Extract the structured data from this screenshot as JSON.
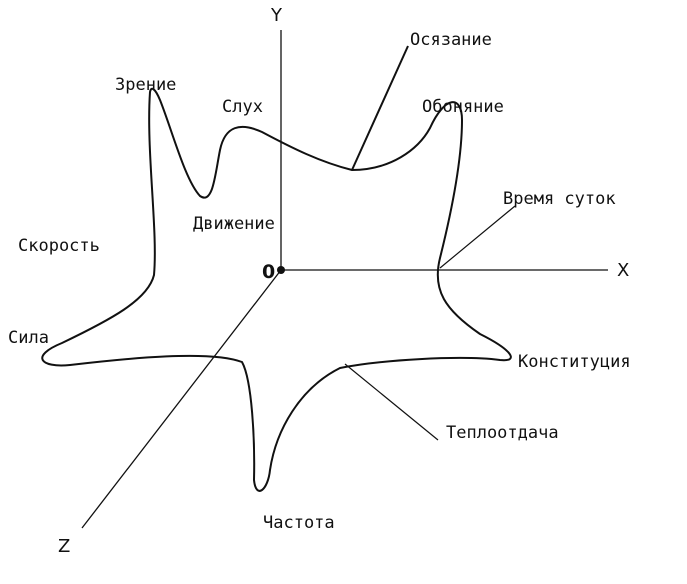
{
  "axes": {
    "x": "X",
    "y": "Y",
    "z": "Z",
    "origin": "0"
  },
  "labels": {
    "touch": "Осязание",
    "vision": "Зрение",
    "hearing": "Слух",
    "smell": "Обоняние",
    "time_of_day": "Время суток",
    "movement": "Движение",
    "speed": "Скорость",
    "strength": "Сила",
    "constitution": "Конституция",
    "heat_transfer": "Теплоотдача",
    "frequency": "Частота"
  },
  "colors": {
    "ink": "#111111",
    "background": "#ffffff"
  }
}
